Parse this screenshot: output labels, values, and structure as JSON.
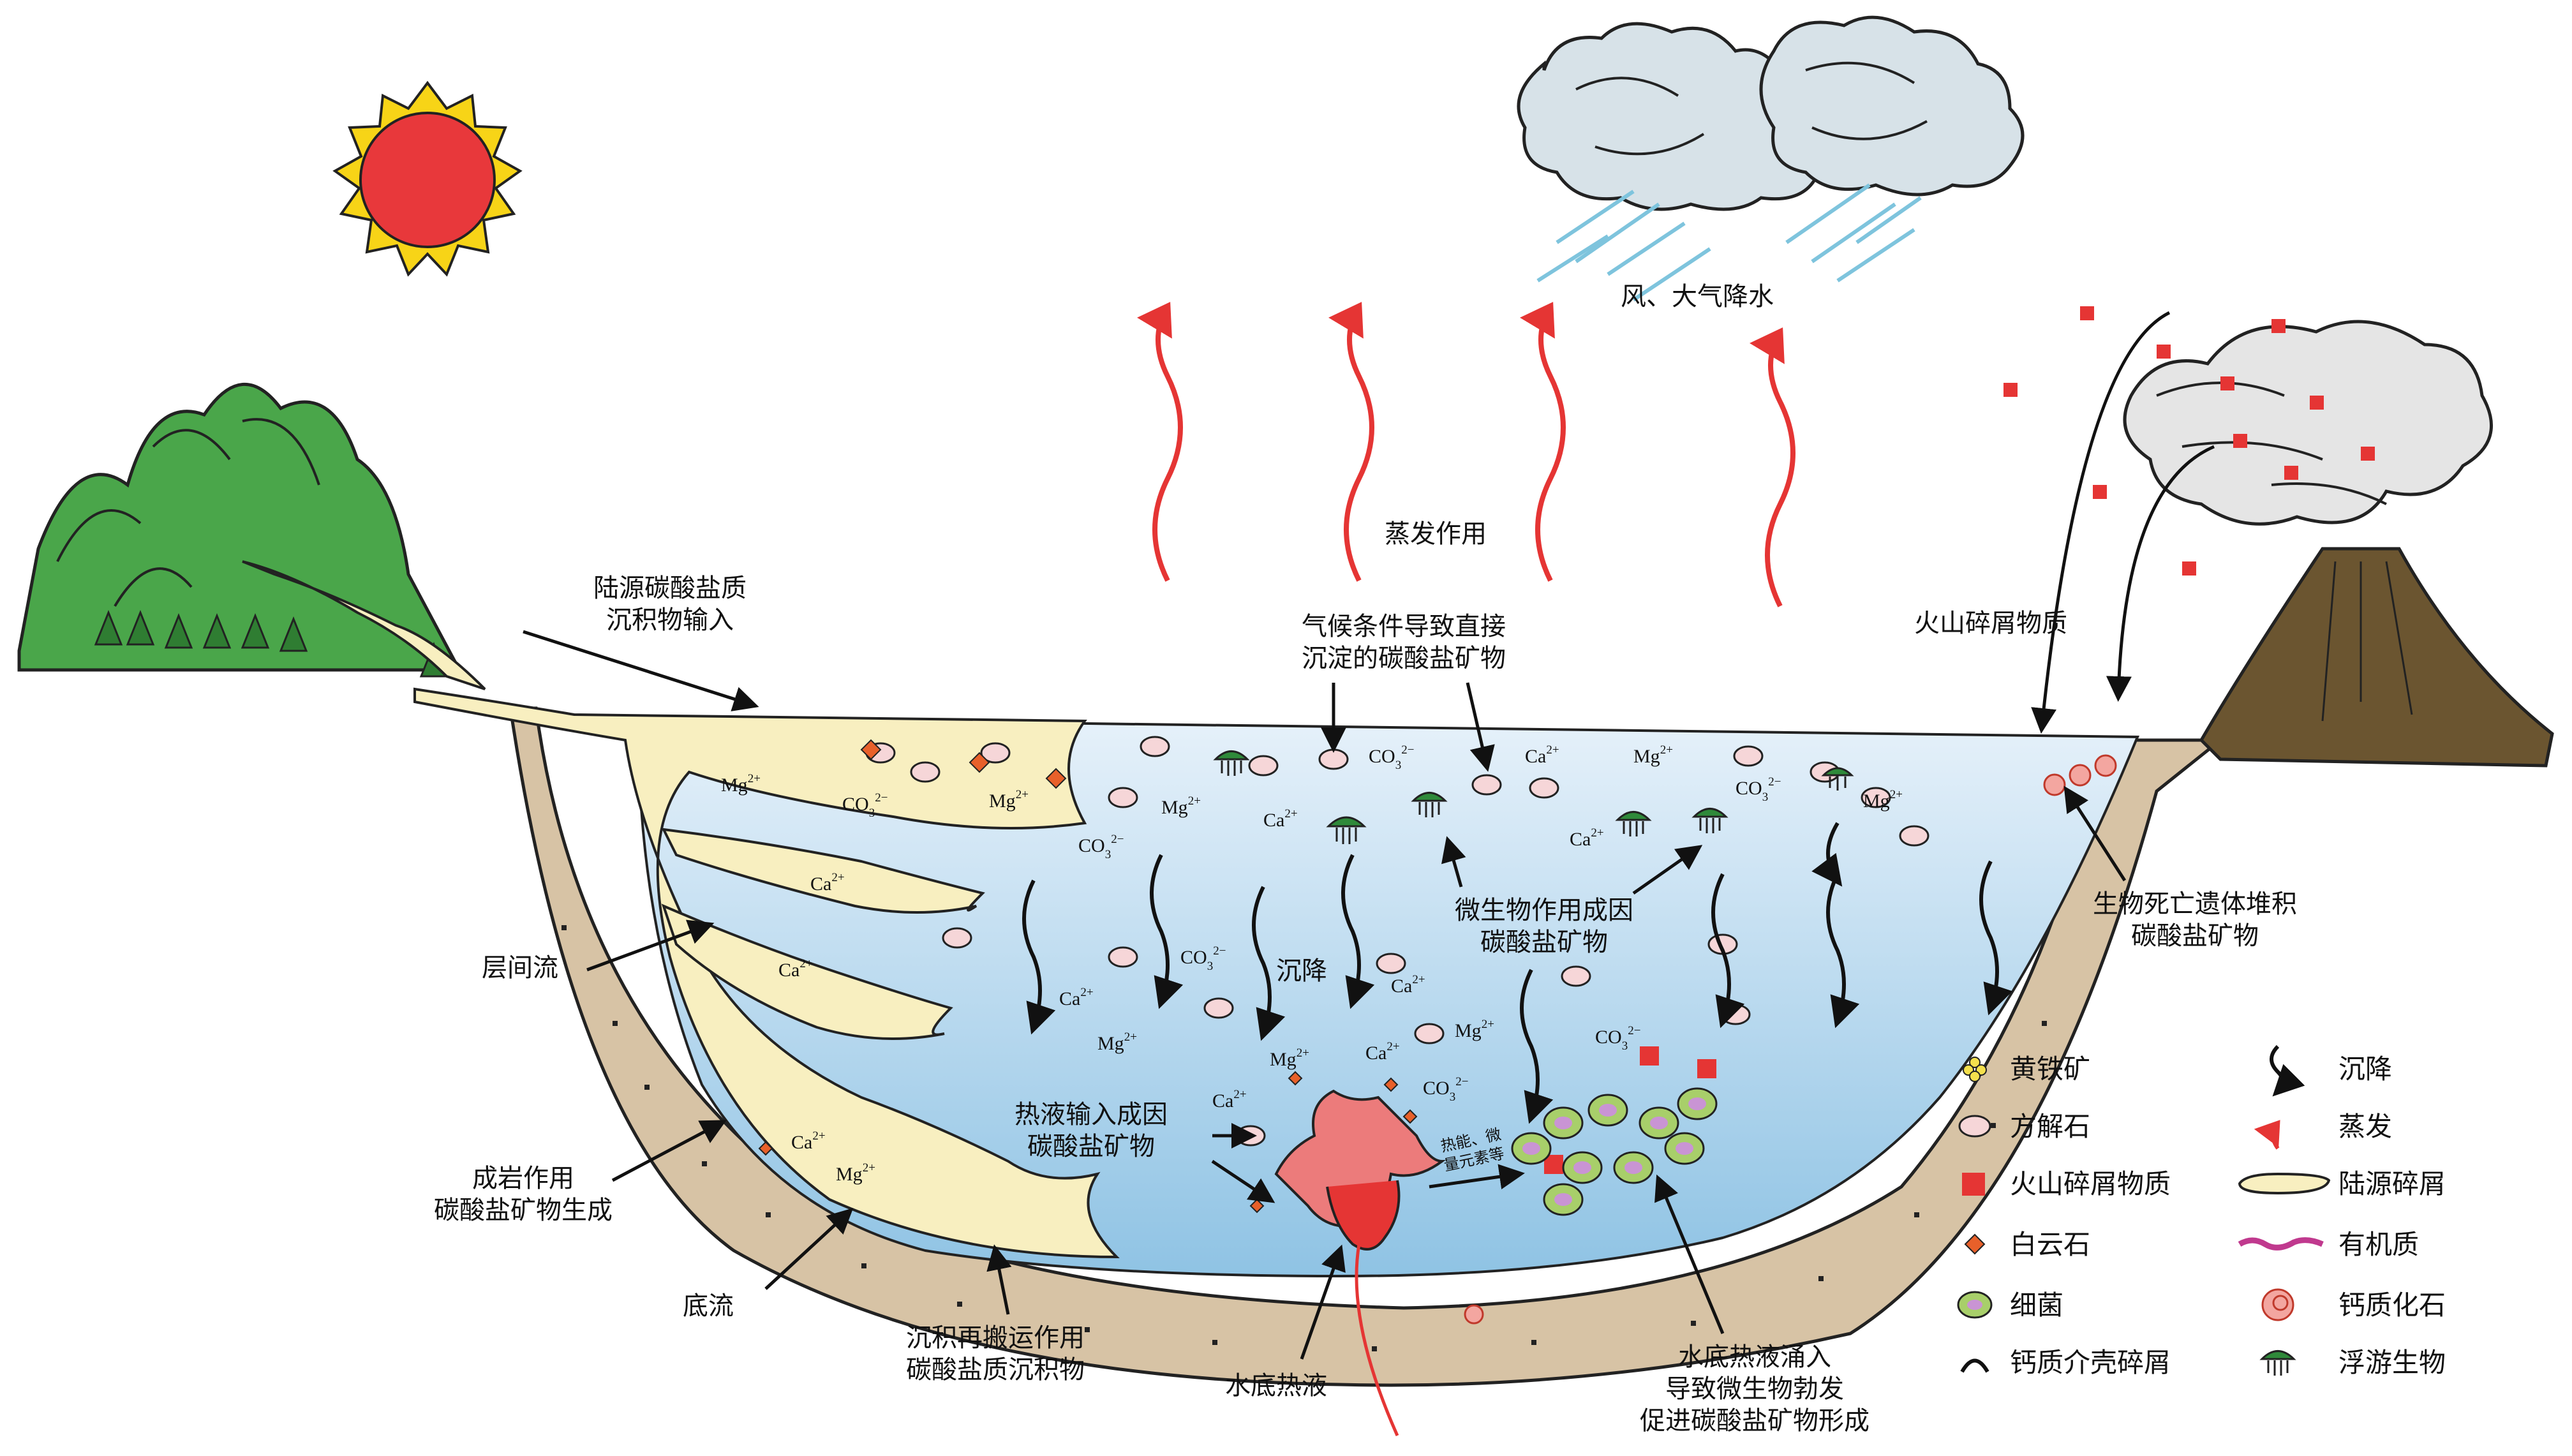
{
  "labels": {
    "wind_rain": "风、大气降水",
    "evaporation": "蒸发作用",
    "terrigenous_l1": "陆源碳酸盐质",
    "terrigenous_l2": "沉积物输入",
    "climate_l1": "气候条件导致直接",
    "climate_l2": "沉淀的碳酸盐矿物",
    "volcanic": "火山碎屑物质",
    "bio_remains_l1": "生物死亡遗体堆积",
    "bio_remains_l2": "碳酸盐矿物",
    "interlayer": "层间流",
    "microbial_l1": "微生物作用成因",
    "microbial_l2": "碳酸盐矿物",
    "settling": "沉降",
    "hydrothermal_input_l1": "热液输入成因",
    "hydrothermal_input_l2": "碳酸盐矿物",
    "diagenesis_l1": "成岩作用",
    "diagenesis_l2": "碳酸盐矿物生成",
    "bottom_current": "底流",
    "rework_l1": "沉积再搬运作用",
    "rework_l2": "碳酸盐质沉积物",
    "bottom_hydro": "水底热液",
    "upwell_l1": "水底热液涌入",
    "upwell_l2": "导致微生物勃发",
    "upwell_l3": "促进碳酸盐矿物形成",
    "heat_l1": "热能、微",
    "heat_l2": "量元素等"
  },
  "ions": {
    "mg": "Mg",
    "mg_charge": "2+",
    "ca": "Ca",
    "ca_charge": "2+",
    "co3": "CO",
    "co3_sub": "3",
    "co3_sup": "2−"
  },
  "legend": [
    {
      "key": "pyrite",
      "label": "黄铁矿"
    },
    {
      "key": "settle",
      "label": "沉降"
    },
    {
      "key": "calcite",
      "label": "方解石"
    },
    {
      "key": "evap",
      "label": "蒸发"
    },
    {
      "key": "volcanic",
      "label": "火山碎屑物质"
    },
    {
      "key": "terrigenous",
      "label": "陆源碎屑"
    },
    {
      "key": "dolomite",
      "label": "白云石"
    },
    {
      "key": "organic",
      "label": "有机质"
    },
    {
      "key": "bacteria",
      "label": "细菌"
    },
    {
      "key": "fossil",
      "label": "钙质化石"
    },
    {
      "key": "shell",
      "label": "钙质介壳碎屑"
    },
    {
      "key": "plankton",
      "label": "浮游生物"
    }
  ],
  "colors": {
    "sun": "#e8383b",
    "sun_rays": "#f7d417",
    "water_top": "#e6f1fa",
    "water_bottom": "#8fc3e4",
    "sediment": "#f8efc0",
    "rock": "#d7c3a5",
    "volcano": "#6b5530",
    "mountain": "#4aa64a",
    "evap_arrow": "#e53534",
    "calcite": "#f6d6d8",
    "dolomite": "#e8602a",
    "volcanic_clast": "#e53534",
    "bacteria": "#a8cf6a",
    "plankton": "#2f8a3a"
  }
}
